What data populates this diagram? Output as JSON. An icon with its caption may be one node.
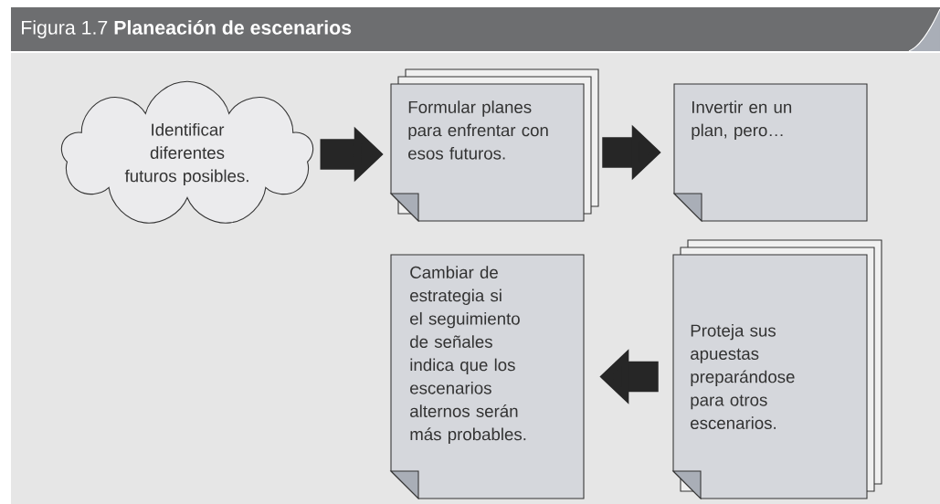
{
  "diagram": {
    "title": "Figura 1.7 **Planeación de escenarios**",
    "nodes": [
      {
        "text": [
          "Identificar diferentes futuros posibles."
        ]
      },
      {
        "text": [
          "Formular planes para enfrentar con esos futuros."
        ]
      },
      {
        "text": [
          "Invertir en un plan, pero…"
        ]
      },
      {
        "text": [
          "Cambiar de estrategia si el seguimiento de señales indica que los escenarios alternos serán más probables."
        ]
      },
      {
        "text": [
          "Proteja sus apuestas preparándose para otros escenarios."
        ]
      }
    ],
    "edges": [
      {
        "from": 0,
        "to": 1,
        "arrow": "to"
      },
      {
        "from": 1,
        "to": 2,
        "arrow": "to"
      },
      {
        "from": 4,
        "to": 3,
        "arrow": "to"
      }
    ]
  }
}
